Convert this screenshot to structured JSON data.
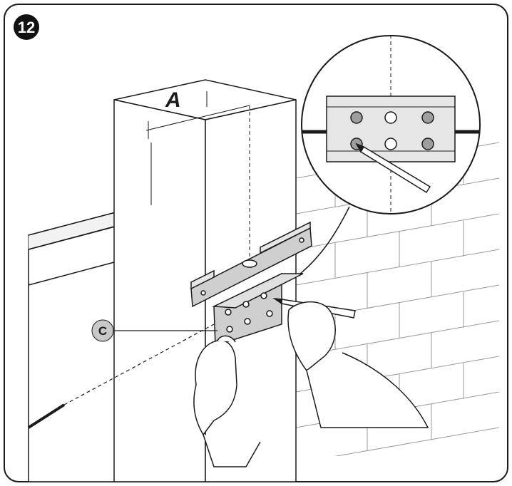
{
  "step": {
    "number": "12"
  },
  "dimension": {
    "label": "A"
  },
  "callout": {
    "label": "C"
  },
  "colors": {
    "outline": "#1a1a1a",
    "panel_fill": "#d9d9d9",
    "bracket_fill": "#cfcfcf",
    "callout_fill": "#c8c8c8",
    "hole_marked": "#9e9e9e",
    "hole_open": "#ffffff",
    "badge": "#111111",
    "brick": "#9a9a9a"
  },
  "icons": {
    "step_badge": "filled-circle",
    "pencil": "pencil",
    "spirit_level": "spirit-level",
    "hand": "gloved-hand"
  }
}
